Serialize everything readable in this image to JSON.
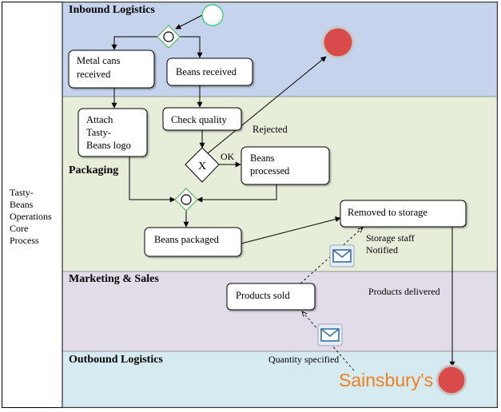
{
  "pool": {
    "label_lines": [
      "Tasty-",
      "Beans",
      "Operations",
      "Core",
      "Process"
    ]
  },
  "lanes": {
    "inbound": {
      "title": "Inbound Logistics",
      "color": "#c5d3ec"
    },
    "packaging": {
      "title": "Packaging",
      "color": "#e6edd9"
    },
    "marketing": {
      "title": "Marketing & Sales",
      "color": "#e2dce9"
    },
    "outbound": {
      "title": "Outbound Logistics",
      "color": "#d6eaf1"
    }
  },
  "tasks": {
    "metal_cans": [
      "Metal cans",
      "received"
    ],
    "beans_received": [
      "Beans received"
    ],
    "attach_logo": [
      "Attach",
      "Tasty-",
      "Beans logo"
    ],
    "check_quality": [
      "Check quality"
    ],
    "beans_processed": [
      "Beans",
      "processed"
    ],
    "beans_packaged": [
      "Beans packaged"
    ],
    "removed_storage": [
      "Removed to storage"
    ],
    "products_sold": [
      "Products sold"
    ]
  },
  "gateway_x_label": "X",
  "flow_labels": {
    "rejected": "Rejected",
    "ok": "OK",
    "storage_notified": [
      "Storage staff",
      "Notified"
    ],
    "products_delivered": "Products delivered",
    "quantity_specified": "Quantity specified"
  },
  "brand": {
    "text": "Sainsbury's",
    "color": "#f07f1f"
  },
  "colors": {
    "start_event": "#2ecc71",
    "end_event_fill": "#d94b4b",
    "end_event_stroke": "#c8c8c8",
    "gateway_stroke": "#4caf50",
    "envelope": "#2f6fa8"
  },
  "icons": {
    "start": "start-event-circle",
    "end": "end-event-circle",
    "message": "envelope-icon"
  }
}
